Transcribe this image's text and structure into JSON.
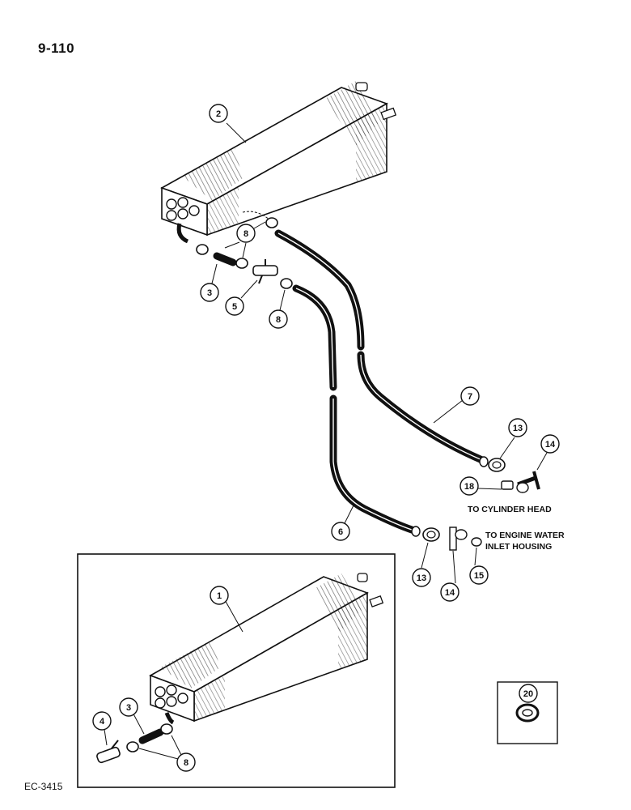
{
  "page": {
    "number": "9-110",
    "figure_code": "EC-3415"
  },
  "destinations": {
    "cylinder_head": "TO CYLINDER HEAD",
    "engine_water_line1": "TO ENGINE WATER",
    "engine_water_line2": "INLET HOUSING"
  },
  "callouts": {
    "c2": "2",
    "c8a": "8",
    "c3a": "3",
    "c5": "5",
    "c8b": "8",
    "c7": "7",
    "c13a": "13",
    "c14a": "14",
    "c18": "18",
    "c6": "6",
    "c13b": "13",
    "c14b": "14",
    "c15": "15",
    "c1": "1",
    "c3b": "3",
    "c4": "4",
    "c8c": "8",
    "c20": "20"
  }
}
